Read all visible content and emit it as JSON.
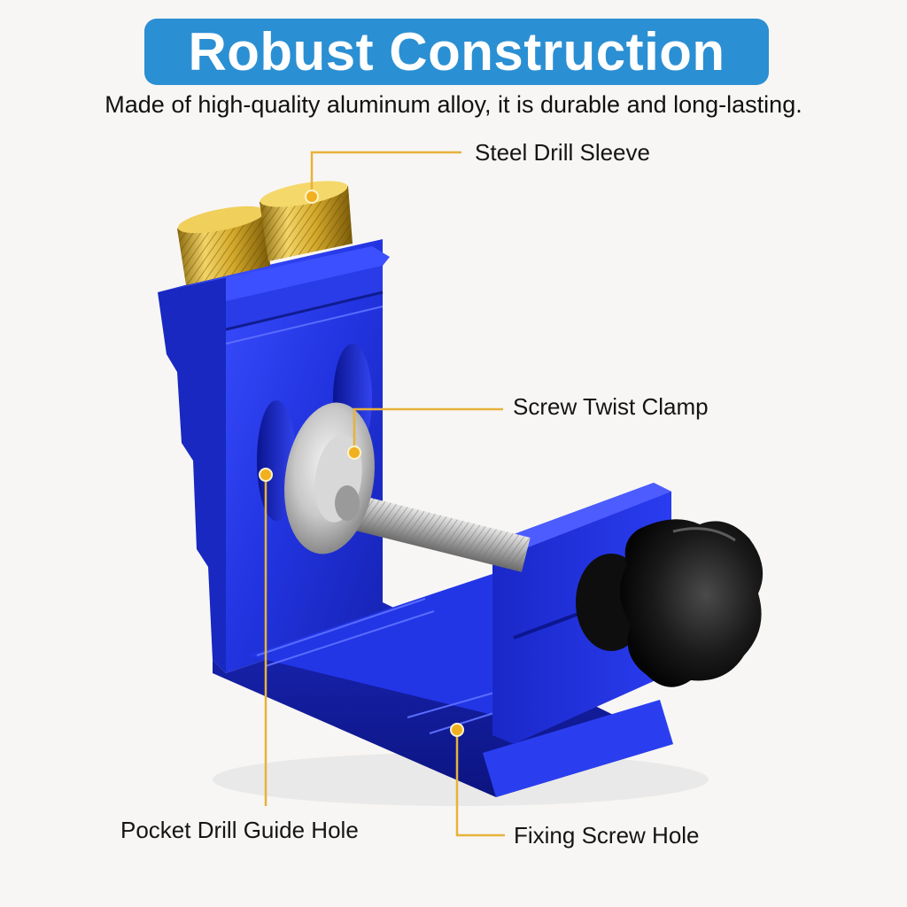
{
  "header": {
    "title": "Robust Construction",
    "subtitle": "Made of high-quality aluminum alloy, it is durable and long-lasting."
  },
  "colors": {
    "banner": "#2b8fd3",
    "leader": "#e8b23a",
    "body_blue": "#1f2fd6",
    "background": "#f7f6f4"
  },
  "callouts": [
    {
      "id": "steel-drill-sleeve",
      "label": "Steel Drill Sleeve"
    },
    {
      "id": "screw-twist-clamp",
      "label": "Screw Twist Clamp"
    },
    {
      "id": "pocket-drill-guide-hole",
      "label": "Pocket Drill Guide Hole"
    },
    {
      "id": "fixing-screw-hole",
      "label": "Fixing Screw Hole"
    }
  ]
}
